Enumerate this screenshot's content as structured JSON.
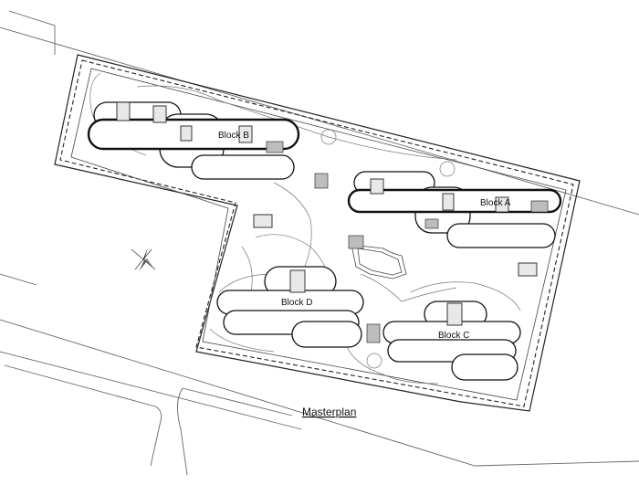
{
  "caption": "Masterplan",
  "blocks": {
    "a": "Block A",
    "b": "Block B",
    "c": "Block C",
    "d": "Block D"
  },
  "colors": {
    "line": "#111111",
    "background": "#ffffff"
  }
}
